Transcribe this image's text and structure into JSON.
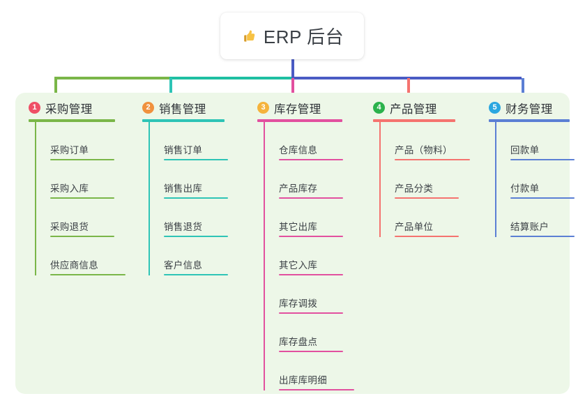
{
  "title": {
    "emoji": "thumbs-up",
    "text": "ERP 后台"
  },
  "colors": {
    "panel_bg": "#edf7e8",
    "stem": "#4a5bc4",
    "bus_left": "#7ab648",
    "bus_mid": "#1fbfa2",
    "bus_right": "#4a5bc4",
    "col_1": "#7ab648",
    "col_2": "#2ec4b6",
    "col_3": "#e2509f",
    "col_4": "#f5736f",
    "col_5": "#5b7fd4",
    "badge_1": "#ef4f66",
    "badge_2": "#f0913e",
    "badge_3": "#f5b33c",
    "badge_4": "#2bb24c",
    "badge_5": "#2ba7e0"
  },
  "columns": [
    {
      "number": "1",
      "title": "采购管理",
      "line_color": "#7ab648",
      "badge_color": "#ef4f66",
      "items": [
        {
          "label": "采购订单"
        },
        {
          "label": "采购入库"
        },
        {
          "label": "采购退货"
        },
        {
          "label": "供应商信息"
        }
      ]
    },
    {
      "number": "2",
      "title": "销售管理",
      "line_color": "#2ec4b6",
      "badge_color": "#f0913e",
      "items": [
        {
          "label": "销售订单"
        },
        {
          "label": "销售出库"
        },
        {
          "label": "销售退货"
        },
        {
          "label": "客户信息"
        }
      ]
    },
    {
      "number": "3",
      "title": "库存管理",
      "line_color": "#e2509f",
      "badge_color": "#f5b33c",
      "items": [
        {
          "label": "仓库信息"
        },
        {
          "label": "产品库存"
        },
        {
          "label": "其它出库"
        },
        {
          "label": "其它入库"
        },
        {
          "label": "库存调拨"
        },
        {
          "label": "库存盘点"
        },
        {
          "label": "出库库明细"
        }
      ]
    },
    {
      "number": "4",
      "title": "产品管理",
      "line_color": "#f5736f",
      "badge_color": "#2bb24c",
      "items": [
        {
          "label": "产品（物料）"
        },
        {
          "label": "产品分类"
        },
        {
          "label": "产品单位"
        }
      ]
    },
    {
      "number": "5",
      "title": "财务管理",
      "line_color": "#5b7fd4",
      "badge_color": "#2ba7e0",
      "items": [
        {
          "label": "回款单"
        },
        {
          "label": "付款单"
        },
        {
          "label": "结算账户"
        }
      ]
    }
  ]
}
